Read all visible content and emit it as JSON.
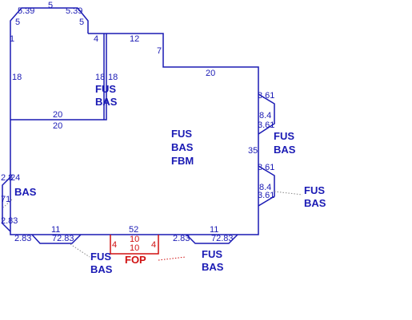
{
  "colors": {
    "wall": "#1a1ab4",
    "porch": "#d01010",
    "background": "#ffffff"
  },
  "dimensions": {
    "bay_top_left": "5.39",
    "bay_top_center": "5",
    "bay_top_right": "5.39",
    "bay_side_left": "5",
    "bay_side_right": "5",
    "wing_top_left": "1",
    "wing_top_right": "4",
    "wing_left": "18",
    "wing_right": "18",
    "wing_right_inner": "18",
    "connector_top": "12",
    "connector_side": "7",
    "main_top": "20",
    "wing_bottom": "20",
    "wing_bottom_inner": "20",
    "main_right": "35",
    "right_bay1_top": "3.61",
    "right_bay1_side": "8.4",
    "right_bay1_bottom": "3.61",
    "right_bay2_top": "3.61",
    "right_bay2_side": "8.4",
    "right_bay2_bottom": "3.61",
    "left_bay_top_a": "2.8",
    "left_bay_top_b": "24",
    "left_bay_side": "71",
    "left_bay_bottom": "2.83",
    "bottom_left_seg": "11",
    "bottom_main": "52",
    "bottom_right_seg": "11",
    "bottom_bay1_left": "2.83",
    "bottom_bay1_center": "72.83",
    "bottom_bay2_left": "2.83",
    "bottom_bay2_center": "72.83",
    "porch_left": "4",
    "porch_top": "10",
    "porch_bottom": "10",
    "porch_right": "4"
  },
  "labels": {
    "wing_code1": "FUS",
    "wing_code2": "BAS",
    "main_code1": "FUS",
    "main_code2": "BAS",
    "main_code3": "FBM",
    "right_bay1_code1": "FUS",
    "right_bay1_code2": "BAS",
    "right_bay2_code1": "FUS",
    "right_bay2_code2": "BAS",
    "left_bay_code": "BAS",
    "bottom_bay1_code1": "FUS",
    "bottom_bay1_code2": "BAS",
    "bottom_bay2_code1": "FUS",
    "bottom_bay2_code2": "BAS",
    "porch_code": "FOP"
  }
}
